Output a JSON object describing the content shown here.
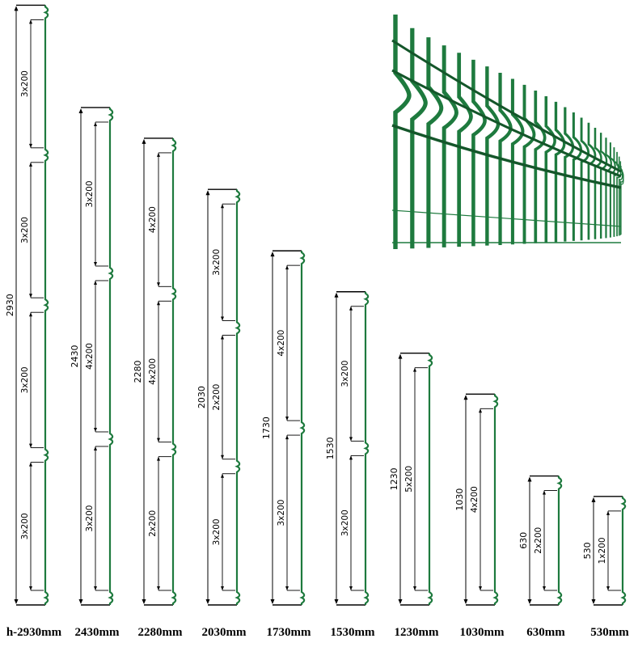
{
  "colors": {
    "wire": "#1e7a3e",
    "wire_dark": "#14562a",
    "line": "#000000"
  },
  "photo": {
    "icon": "green-wire-mesh-fence-photo"
  },
  "panels": [
    {
      "label": "h-2930mm",
      "height_mm": 2930,
      "dim": "2930",
      "segments": [
        "3x200",
        "3x200",
        "3x200",
        "3x200"
      ]
    },
    {
      "label": "2430mm",
      "height_mm": 2430,
      "dim": "2430",
      "segments": [
        "3x200",
        "4x200",
        "3x200"
      ]
    },
    {
      "label": "2280mm",
      "height_mm": 2280,
      "dim": "2280",
      "segments": [
        "4x200",
        "4x200",
        "2x200"
      ]
    },
    {
      "label": "2030mm",
      "height_mm": 2030,
      "dim": "2030",
      "segments": [
        "3x200",
        "2x200",
        "3x200"
      ]
    },
    {
      "label": "1730mm",
      "height_mm": 1730,
      "dim": "1730",
      "segments": [
        "4x200",
        "3x200"
      ]
    },
    {
      "label": "1530mm",
      "height_mm": 1530,
      "dim": "1530",
      "segments": [
        "3x200",
        "3x200"
      ]
    },
    {
      "label": "1230mm",
      "height_mm": 1230,
      "dim": "1230",
      "segments": [
        "5x200"
      ]
    },
    {
      "label": "1030mm",
      "height_mm": 1030,
      "dim": "1030",
      "segments": [
        "4x200"
      ]
    },
    {
      "label": "630mm",
      "height_mm": 630,
      "dim": "630",
      "segments": [
        "2x200"
      ]
    },
    {
      "label": "530mm",
      "height_mm": 530,
      "dim": "530",
      "segments": [
        "1x200"
      ]
    }
  ]
}
